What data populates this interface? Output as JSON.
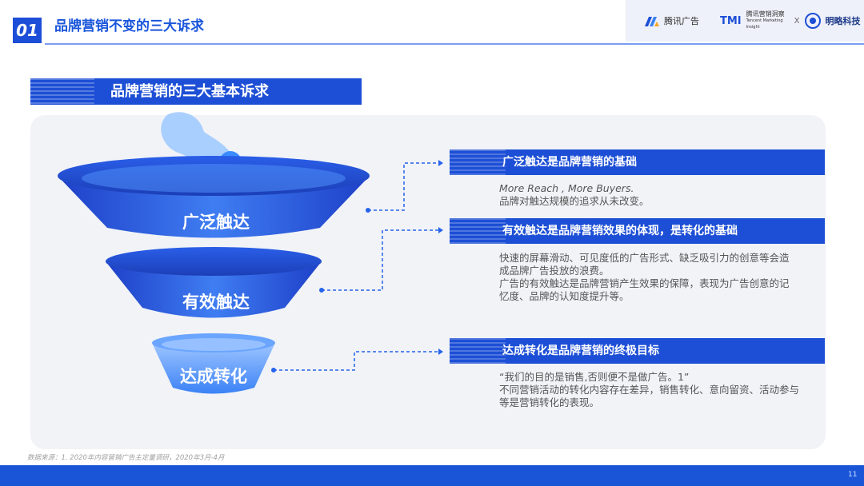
{
  "header": {
    "number": "01",
    "title": "品牌营销不变的三大诉求",
    "logos": {
      "tencent_ads": "腾讯广告",
      "tmi": "TMI",
      "tmi_cn": "腾讯营销洞察",
      "tmi_en": "Tencent Marketing Insight",
      "separator": "X",
      "mingluo": "明略科技"
    }
  },
  "section": {
    "title": "品牌营销的三大基本诉求"
  },
  "funnel": {
    "levels": [
      "广泛触达",
      "有效触达",
      "达成转化"
    ]
  },
  "cards": [
    {
      "title": "广泛触达是品牌营销的基础",
      "lines": [
        "More Reach , More Buyers.",
        "品牌对触达规模的追求从未改变。"
      ]
    },
    {
      "title": "有效触达是品牌营销效果的体现，是转化的基础",
      "lines": [
        "快速的屏幕滑动、可见度低的广告形式、缺乏吸引力的创意等会造",
        "成品牌广告投放的浪费。",
        "广告的有效触达是品牌营销产生效果的保障，表现为广告创意的记",
        "忆度、品牌的认知度提升等。"
      ]
    },
    {
      "title": "达成转化是品牌营销的终极目标",
      "lines": [
        "“我们的目的是销售,否则便不是做广告。1”",
        "不同营销活动的转化内容存在差异，销售转化、意向留资、活动参与",
        "等是营销转化的表现。"
      ]
    }
  ],
  "footer": {
    "source": "数据来源：1. 2020年内容营销广告主定量调研，2020年3月-4月",
    "page": "11"
  },
  "colors": {
    "primary": "#1d4fd6",
    "funnel_light": "#4a8cf7",
    "panel": "#f1f3f7"
  }
}
